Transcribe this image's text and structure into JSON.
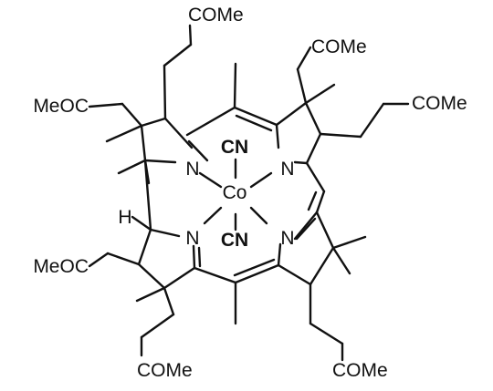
{
  "molecule": {
    "atoms": {
      "cobalt": "Co",
      "nitrogen_1": "N",
      "nitrogen_2": "N",
      "nitrogen_3": "N",
      "nitrogen_4": "N",
      "hydrogen": "H"
    },
    "ligands": {
      "upper": "CN",
      "lower": "CN"
    },
    "side_chains": {
      "top_center": "COMe",
      "top_right": "COMe",
      "right": "COMe",
      "left_upper": "MeOC",
      "left_lower": "MeOC",
      "bottom_left": "COMe",
      "bottom_right": "COMe"
    }
  },
  "colors": {
    "ink": "#111111",
    "background": "#ffffff"
  }
}
